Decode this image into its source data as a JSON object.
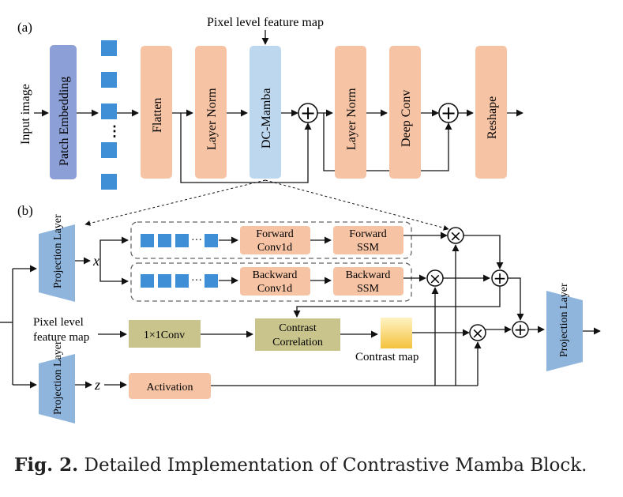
{
  "panel_a": {
    "label": "(a)",
    "input_label": "Input image",
    "pixel_map_label": "Pixel level feature map",
    "patch_embedding": "Patch Embedding",
    "ellipsis": "⋮",
    "flatten": "Flatten",
    "layer_norm_1": "Layer Norm",
    "dc_mamba": "DC-Mamba",
    "layer_norm_2": "Layer Norm",
    "deep_conv": "Deep Conv",
    "reshape": "Reshape",
    "plus_symbol": "+"
  },
  "panel_b": {
    "label": "(b)",
    "projection_layer": "Projection Layer",
    "x_label": "x",
    "z_label": "z",
    "dots": "···",
    "forward_conv_1": "Forward",
    "forward_conv_2": "Conv1d",
    "forward_ssm_1": "Forward",
    "forward_ssm_2": "SSM",
    "backward_conv_1": "Backward",
    "backward_conv_2": "Conv1d",
    "backward_ssm_1": "Backward",
    "backward_ssm_2": "SSM",
    "pixel_map_1": "Pixel level",
    "pixel_map_2": "feature map",
    "conv1x1": "1×1Conv",
    "contrast_corr_1": "Contrast",
    "contrast_corr_2": "Correlation",
    "contrast_map": "Contrast map",
    "activation": "Activation",
    "times_symbol": "×",
    "plus_symbol": "+"
  },
  "caption": {
    "fig": "Fig. 2.",
    "text": "Detailed Implementation of Contrastive Mamba Block."
  },
  "colors": {
    "patch_embedding": "#8c9fd6",
    "token_blue": "#3f8fd6",
    "salmon": "#f6c4a4",
    "mamba": "#bcd7ee",
    "projection": "#8fb5dd",
    "olive": "#c9c38c",
    "gold_top": "#fff1b8",
    "gold_bottom": "#f5c542"
  }
}
